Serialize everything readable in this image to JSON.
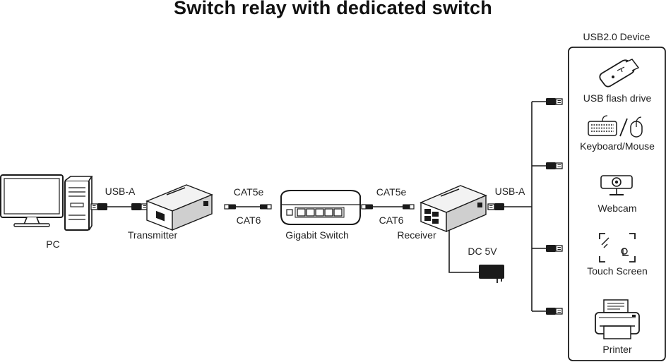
{
  "title": "Switch relay with dedicated switch",
  "nodes": {
    "pc": "PC",
    "transmitter": "Transmitter",
    "switch": "Gigabit Switch",
    "receiver": "Receiver"
  },
  "links": {
    "usb_a_left": "USB-A",
    "cat5e_left": "CAT5e",
    "cat6_left": "CAT6",
    "cat5e_right": "CAT5e",
    "cat6_right": "CAT6",
    "usb_a_right": "USB-A",
    "power": "DC 5V"
  },
  "device_panel": {
    "heading": "USB2.0 Device",
    "devices": [
      {
        "label": "USB flash drive",
        "icon": "usb-flash-drive-icon"
      },
      {
        "label": "Keyboard/Mouse",
        "icon": "keyboard-mouse-icon"
      },
      {
        "label": "Webcam",
        "icon": "webcam-icon"
      },
      {
        "label": "Touch Screen",
        "icon": "touch-screen-icon"
      },
      {
        "label": "Printer",
        "icon": "printer-icon"
      }
    ]
  },
  "colors": {
    "line": "#1a1a1a",
    "device_body": "#f2f2f2",
    "device_side": "#cfcfcf"
  }
}
